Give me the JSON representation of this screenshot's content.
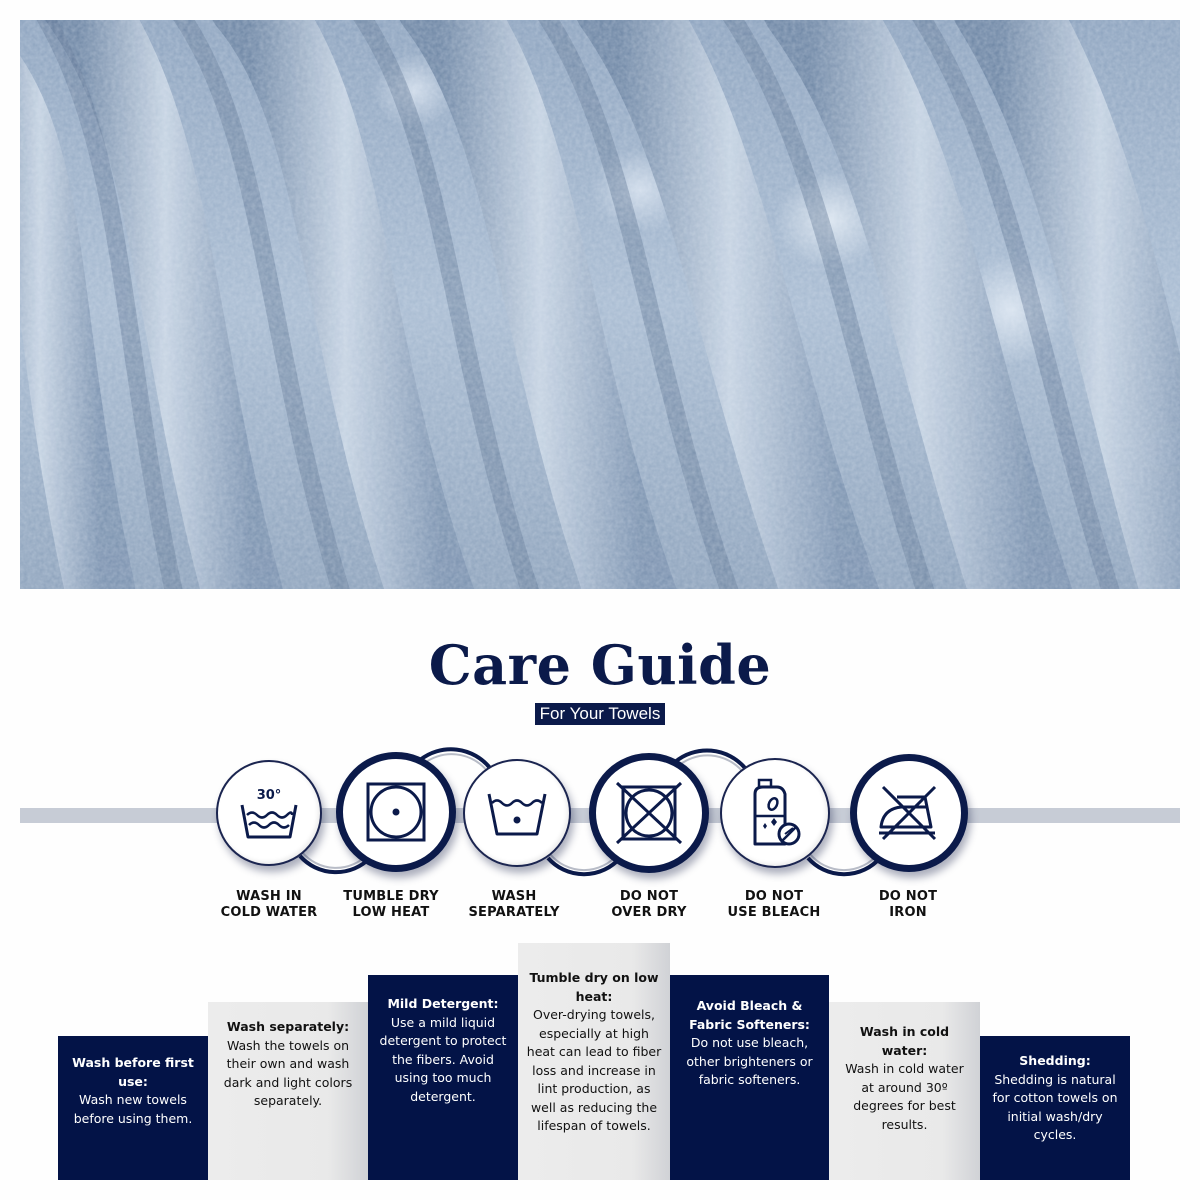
{
  "photo": {
    "subject": "close-up of light blue textured cotton towel",
    "color": "#9fb3cb"
  },
  "header": {
    "title": "Care Guide",
    "subtitle": "For Your Towels"
  },
  "colors": {
    "navy": "#0b1a4a",
    "card_navy": "#031347",
    "card_grey": "#ebebeb",
    "bar": "#c7ccd6"
  },
  "icons": [
    {
      "icon": "wash-30-degrees-icon",
      "symbol_text": "30°",
      "label_line1": "WASH IN",
      "label_line2": "COLD WATER"
    },
    {
      "icon": "tumble-dry-low-icon",
      "label_line1": "TUMBLE DRY",
      "label_line2": "LOW HEAT"
    },
    {
      "icon": "wash-basin-icon",
      "label_line1": "WASH",
      "label_line2": "SEPARATELY"
    },
    {
      "icon": "do-not-tumble-dry-icon",
      "label_line1": "DO NOT",
      "label_line2": "OVER DRY"
    },
    {
      "icon": "no-bleach-bottle-icon",
      "label_line1": "DO NOT",
      "label_line2": "USE BLEACH"
    },
    {
      "icon": "do-not-iron-icon",
      "label_line1": "DO NOT",
      "label_line2": "IRON"
    }
  ],
  "cards": [
    {
      "heading": "Wash before first use:",
      "body": "Wash new towels before using them."
    },
    {
      "heading": "Wash separately:",
      "body": "Wash the towels on their own and wash dark and light colors separately."
    },
    {
      "heading": "Mild Detergent:",
      "body": "Use a mild liquid detergent to protect the fibers. Avoid using too much detergent."
    },
    {
      "heading": "Tumble dry on low heat:",
      "body": "Over-drying towels, especially at high heat can lead to fiber loss and increase in lint production, as well as reducing the lifespan of towels."
    },
    {
      "heading": "Avoid Bleach & Fabric Softeners:",
      "body": "Do not use bleach, other brighteners or fabric softeners."
    },
    {
      "heading": "Wash in cold water:",
      "body": "Wash in cold water at around 30º degrees for best results."
    },
    {
      "heading": "Shedding:",
      "body": "Shedding is natural for cotton towels on initial wash/dry cycles."
    }
  ]
}
